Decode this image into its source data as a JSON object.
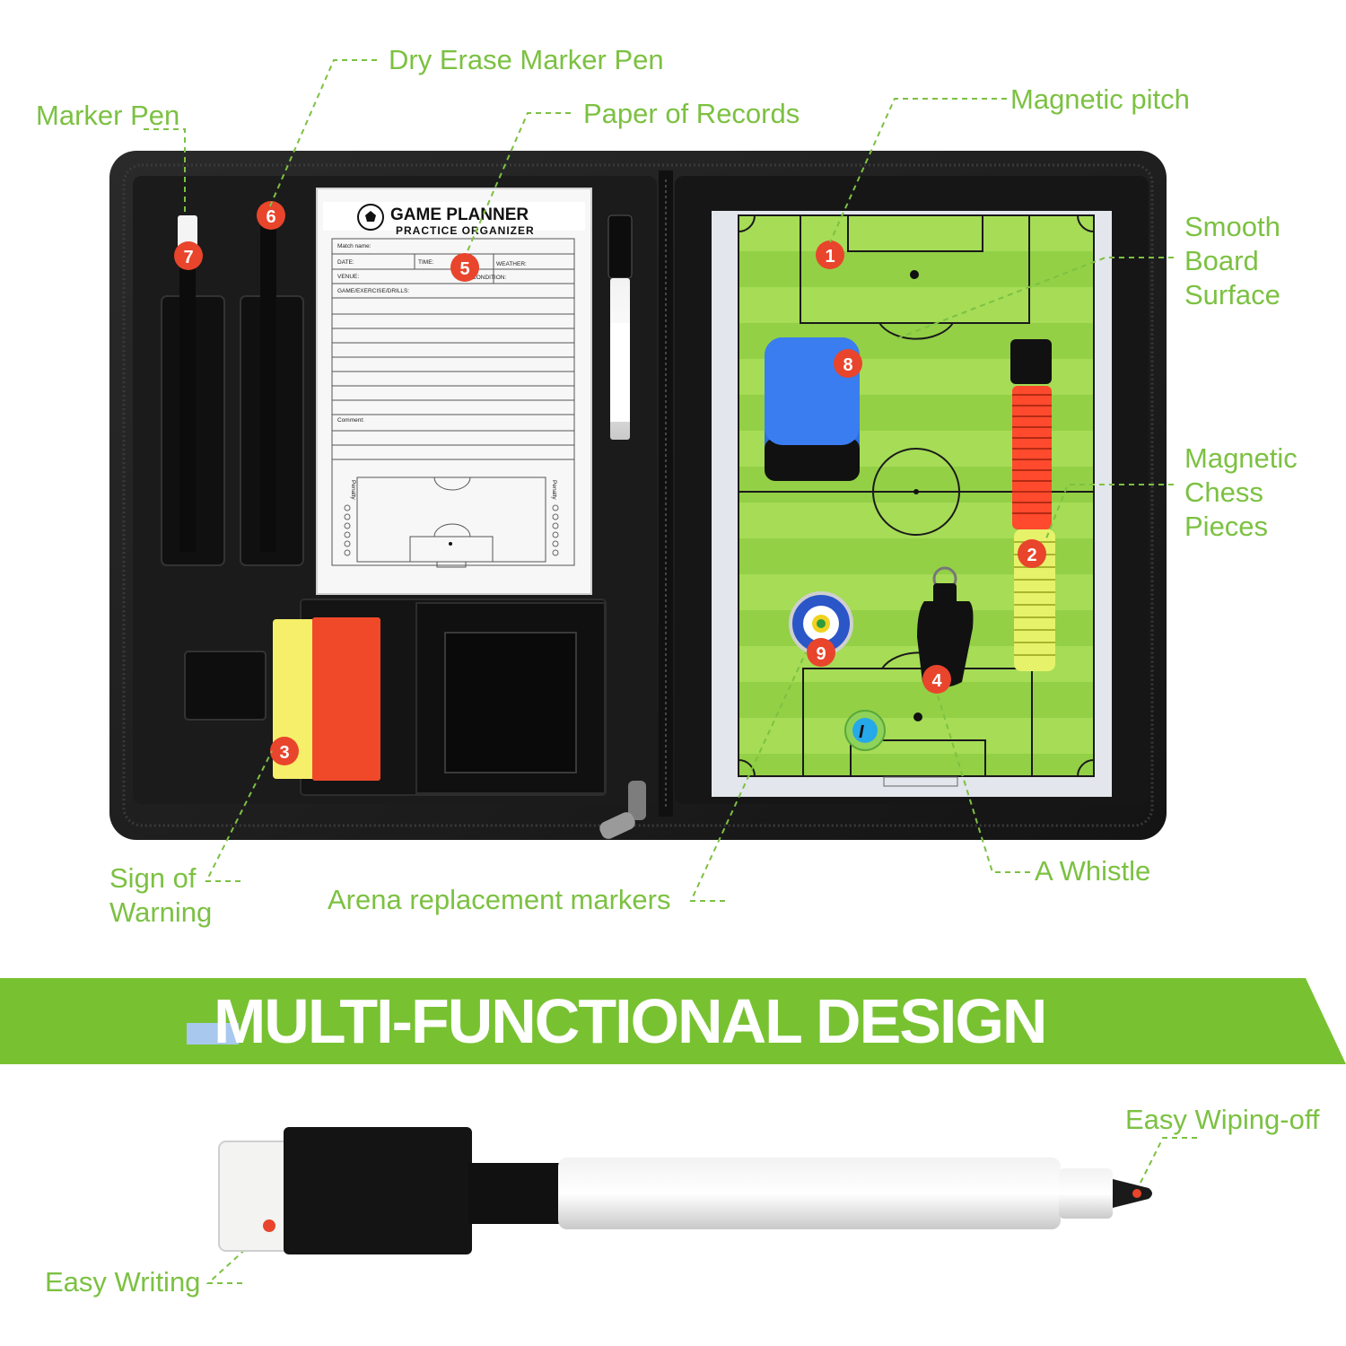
{
  "colors": {
    "accent_green": "#7cc142",
    "banner_green": "#78c232",
    "badge_red": "#e8452c",
    "pitch_light": "#a6dc56",
    "pitch_dark": "#8ccb3f",
    "case_black": "#1a1a1a",
    "yellow_card": "#f5ef6a",
    "red_card": "#f0492a",
    "eraser_blue": "#2e6fe0"
  },
  "callouts": {
    "marker_pen": "Marker Pen",
    "dry_erase_marker": "Dry Erase Marker Pen",
    "paper_of_records": "Paper of Records",
    "magnetic_pitch": "Magnetic pitch",
    "smooth_board": "Smooth\nBoard\nSurface",
    "magnetic_chess": "Magnetic\nChess\nPieces",
    "a_whistle": "A Whistle",
    "arena_markers": "Arena replacement markers",
    "sign_of_warning": "Sign of\nWarning",
    "easy_wiping": "Easy Wiping-off",
    "easy_writing": "Easy Writing"
  },
  "banner": {
    "title": "MULTI-FUNCTIONAL DESIGN"
  },
  "game_planner": {
    "title": "GAME PLANNER",
    "subtitle": "PRACTICE ORGANIZER",
    "match_name": "Match name:",
    "date": "DATE:",
    "time": "TIME:",
    "weather": "WEATHER:",
    "venue": "VENUE:",
    "condition": "CONDITION:",
    "drills": "GAME/EXERCISE/DRILLS:",
    "comment": "Comment:",
    "penalty": "Penalty"
  },
  "badges": [
    "1",
    "2",
    "3",
    "4",
    "5",
    "6",
    "7",
    "8",
    "9"
  ],
  "icons": [
    "soccer-ball-icon",
    "whistle-icon",
    "eraser-icon",
    "marker-pen-icon"
  ]
}
